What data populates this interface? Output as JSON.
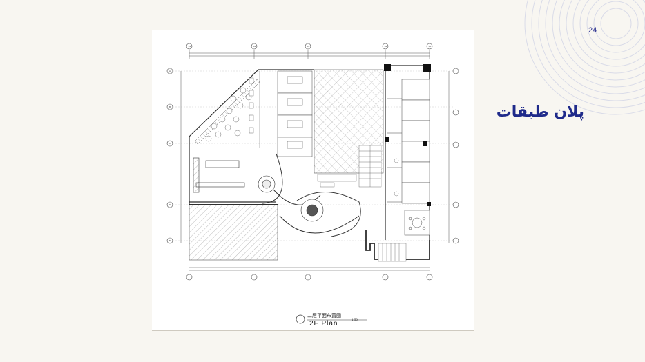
{
  "slide": {
    "page_number": "24",
    "title": "پلان طبقات"
  },
  "plan": {
    "caption_cn": "二层平面布置图",
    "caption_en": "2F Plan",
    "scale": "1:50",
    "grid_labels_top": [
      "01",
      "02",
      "03",
      "04",
      "05"
    ],
    "grid_labels_side": [
      "A",
      "B",
      "C",
      "D",
      "E"
    ]
  },
  "colors": {
    "background": "#f8f6f1",
    "title": "#1f2a8a",
    "decor_arcs": "#d9dbe8",
    "plan_line": "#3a3a3a"
  }
}
